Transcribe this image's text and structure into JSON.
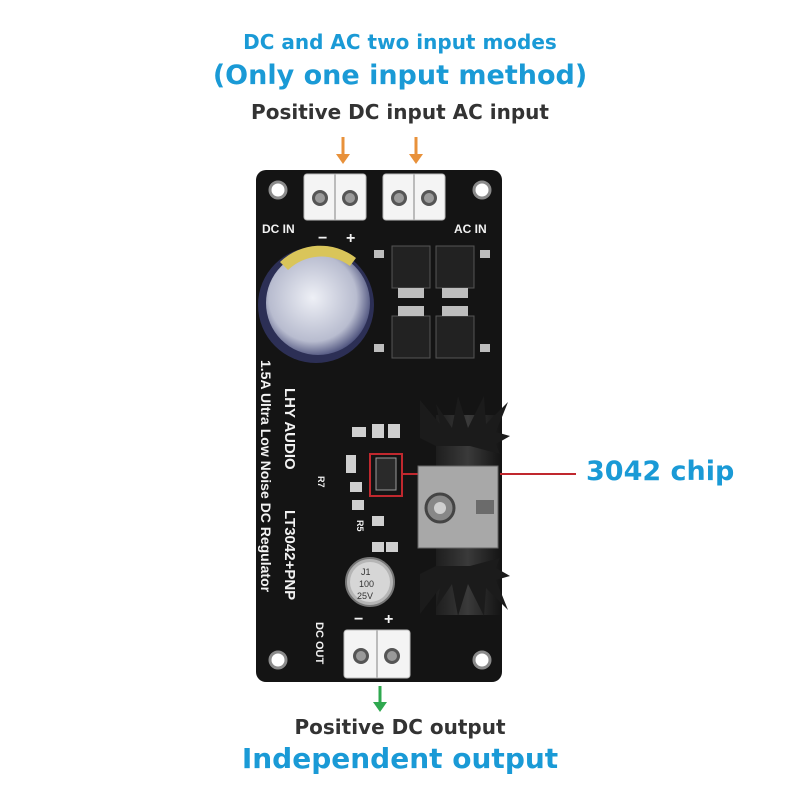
{
  "top": {
    "modes_title": "DC and AC two input modes",
    "only_one": "(Only one input method)",
    "inputs_caption": "Positive DC input AC input"
  },
  "board": {
    "dc_in_label": "DC IN",
    "dc_minus": "−",
    "dc_plus": "+",
    "ac_in_label": "AC IN",
    "brand": "LHY AUDIO",
    "model": "LT3042+PNP",
    "description": "1.5A Ultra Low Noise DC Regulator",
    "dc_out_label": "DC OUT",
    "out_minus": "−",
    "out_plus": "+",
    "cap_j1": "J1",
    "cap_value": "100",
    "cap_voltage": "25V",
    "r7_label": "R7",
    "r5_label": "R5"
  },
  "callout": {
    "chip_label": "3042 chip"
  },
  "bottom": {
    "output_caption": "Positive DC output",
    "independent": "Independent output"
  },
  "colors": {
    "accent_blue": "#1a9ad6",
    "input_arrow": "#e8913a",
    "output_arrow": "#2fa84f",
    "callout_red": "#c0282e",
    "pcb": "#141414"
  }
}
